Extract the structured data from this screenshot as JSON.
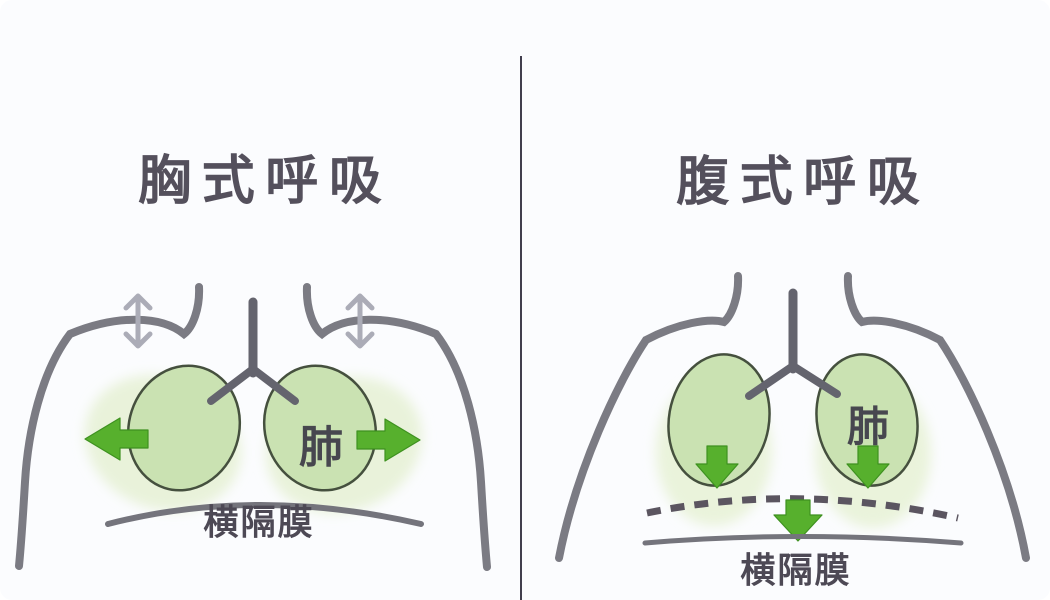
{
  "diagram": {
    "panels": [
      {
        "title": "胸式呼吸",
        "lung_label": "肺",
        "diaphragm_label": "横隔膜",
        "icons": {
          "shoulder_motion": "up-down-double-arrow",
          "expand_left": "left-arrow",
          "expand_right": "right-arrow"
        }
      },
      {
        "title": "腹式呼吸",
        "lung_label": "肺",
        "diaphragm_label": "横隔膜",
        "icons": {
          "lung_motion": "down-arrow",
          "diaphragm_motion": "down-arrow"
        }
      }
    ],
    "colors": {
      "background": "#fbfcfe",
      "divider": "#413e4d",
      "outline_gray": "#7b7b83",
      "trachea_gray": "#64646e",
      "lung_fill": "#cae2b2",
      "lung_stroke": "#45503e",
      "lung_halo": "#e2efcd",
      "arrow_green": "#57b02d",
      "arrow_green_dark": "#3e9120",
      "motion_arrow_gray": "#abacb7",
      "dash_gray": "#5b5560",
      "diaphragm_gray": "#74747c",
      "text_dark": "#514d5a"
    }
  }
}
